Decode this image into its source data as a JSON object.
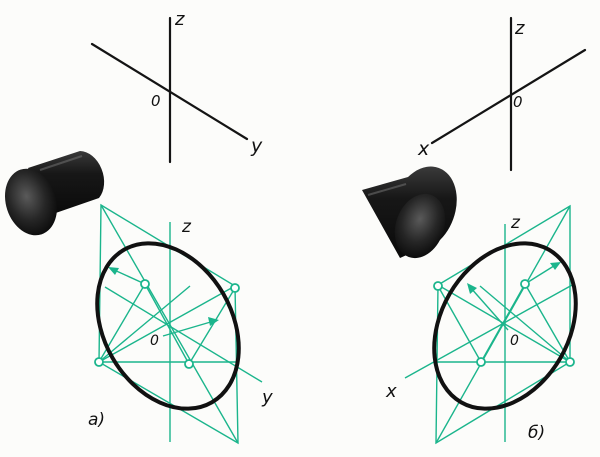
{
  "labels": {
    "top_left": {
      "z": "z",
      "o": "0",
      "y": "y"
    },
    "top_right": {
      "z": "z",
      "o": "0",
      "x": "x"
    },
    "fig_a": {
      "z": "z",
      "o": "0",
      "y": "y",
      "caption": "a)"
    },
    "fig_b": {
      "z": "z",
      "o": "0",
      "x": "x",
      "caption": "б)"
    }
  },
  "colors": {
    "construction": "#1bb58c",
    "ink": "#111111",
    "background": "#fcfcfa"
  }
}
